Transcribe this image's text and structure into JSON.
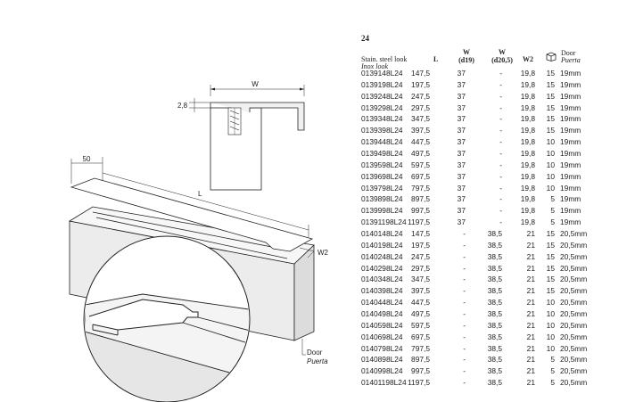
{
  "drawing": {
    "labels": {
      "w": "W",
      "height": "2,8",
      "width_50": "50",
      "length": "L",
      "w2": "W2",
      "door": "Door",
      "door_es": "Puerta"
    }
  },
  "table": {
    "series": "24",
    "material": "Stain. steel look",
    "material_es": "Inox look",
    "headers": {
      "l": "L",
      "w1_top": "W",
      "w1_bottom": "(d19)",
      "w2_top": "W",
      "w2_bottom": "(d20,5)",
      "w2": "W2",
      "qty_icon": "box-icon",
      "door": "Door",
      "door_es": "Puerta"
    },
    "rows": [
      {
        "code": "0139148L24",
        "l": "147,5",
        "w": "37",
        "w2a": "-",
        "w2": "19,8",
        "q": "15",
        "d": "19mm"
      },
      {
        "code": "0139198L24",
        "l": "197,5",
        "w": "37",
        "w2a": "-",
        "w2": "19,8",
        "q": "15",
        "d": "19mm"
      },
      {
        "code": "0139248L24",
        "l": "247,5",
        "w": "37",
        "w2a": "-",
        "w2": "19,8",
        "q": "15",
        "d": "19mm"
      },
      {
        "code": "0139298L24",
        "l": "297,5",
        "w": "37",
        "w2a": "-",
        "w2": "19,8",
        "q": "15",
        "d": "19mm"
      },
      {
        "code": "0139348L24",
        "l": "347,5",
        "w": "37",
        "w2a": "-",
        "w2": "19,8",
        "q": "15",
        "d": "19mm"
      },
      {
        "code": "0139398L24",
        "l": "397,5",
        "w": "37",
        "w2a": "-",
        "w2": "19,8",
        "q": "15",
        "d": "19mm"
      },
      {
        "code": "0139448L24",
        "l": "447,5",
        "w": "37",
        "w2a": "-",
        "w2": "19,8",
        "q": "10",
        "d": "19mm"
      },
      {
        "code": "0139498L24",
        "l": "497,5",
        "w": "37",
        "w2a": "-",
        "w2": "19,8",
        "q": "10",
        "d": "19mm"
      },
      {
        "code": "0139598L24",
        "l": "597,5",
        "w": "37",
        "w2a": "-",
        "w2": "19,8",
        "q": "10",
        "d": "19mm"
      },
      {
        "code": "0139698L24",
        "l": "697,5",
        "w": "37",
        "w2a": "-",
        "w2": "19,8",
        "q": "10",
        "d": "19mm"
      },
      {
        "code": "0139798L24",
        "l": "797,5",
        "w": "37",
        "w2a": "-",
        "w2": "19,8",
        "q": "10",
        "d": "19mm"
      },
      {
        "code": "0139898L24",
        "l": "897,5",
        "w": "37",
        "w2a": "-",
        "w2": "19,8",
        "q": "5",
        "d": "19mm"
      },
      {
        "code": "0139998L24",
        "l": "997,5",
        "w": "37",
        "w2a": "-",
        "w2": "19,8",
        "q": "5",
        "d": "19mm"
      },
      {
        "code": "01391198L24",
        "l": "1197,5",
        "w": "37",
        "w2a": "-",
        "w2": "19,8",
        "q": "5",
        "d": "19mm"
      },
      {
        "code": "0140148L24",
        "l": "147,5",
        "w": "-",
        "w2a": "38,5",
        "w2": "21",
        "q": "15",
        "d": "20,5mm"
      },
      {
        "code": "0140198L24",
        "l": "197,5",
        "w": "-",
        "w2a": "38,5",
        "w2": "21",
        "q": "15",
        "d": "20,5mm"
      },
      {
        "code": "0140248L24",
        "l": "247,5",
        "w": "-",
        "w2a": "38,5",
        "w2": "21",
        "q": "15",
        "d": "20,5mm"
      },
      {
        "code": "0140298L24",
        "l": "297,5",
        "w": "-",
        "w2a": "38,5",
        "w2": "21",
        "q": "15",
        "d": "20,5mm"
      },
      {
        "code": "0140348L24",
        "l": "347,5",
        "w": "-",
        "w2a": "38,5",
        "w2": "21",
        "q": "15",
        "d": "20,5mm"
      },
      {
        "code": "0140398L24",
        "l": "397,5",
        "w": "-",
        "w2a": "38,5",
        "w2": "21",
        "q": "15",
        "d": "20,5mm"
      },
      {
        "code": "0140448L24",
        "l": "447,5",
        "w": "-",
        "w2a": "38,5",
        "w2": "21",
        "q": "10",
        "d": "20,5mm"
      },
      {
        "code": "0140498L24",
        "l": "497,5",
        "w": "-",
        "w2a": "38,5",
        "w2": "21",
        "q": "10",
        "d": "20,5mm"
      },
      {
        "code": "0140598L24",
        "l": "597,5",
        "w": "-",
        "w2a": "38,5",
        "w2": "21",
        "q": "10",
        "d": "20,5mm"
      },
      {
        "code": "0140698L24",
        "l": "697,5",
        "w": "-",
        "w2a": "38,5",
        "w2": "21",
        "q": "10",
        "d": "20,5mm"
      },
      {
        "code": "0140798L24",
        "l": "797,5",
        "w": "-",
        "w2a": "38,5",
        "w2": "21",
        "q": "10",
        "d": "20,5mm"
      },
      {
        "code": "0140898L24",
        "l": "897,5",
        "w": "-",
        "w2a": "38,5",
        "w2": "21",
        "q": "5",
        "d": "20,5mm"
      },
      {
        "code": "0140998L24",
        "l": "997,5",
        "w": "-",
        "w2a": "38,5",
        "w2": "21",
        "q": "5",
        "d": "20,5mm"
      },
      {
        "code": "01401198L24",
        "l": "1197,5",
        "w": "-",
        "w2a": "38,5",
        "w2": "21",
        "q": "5",
        "d": "20,5mm"
      }
    ]
  }
}
